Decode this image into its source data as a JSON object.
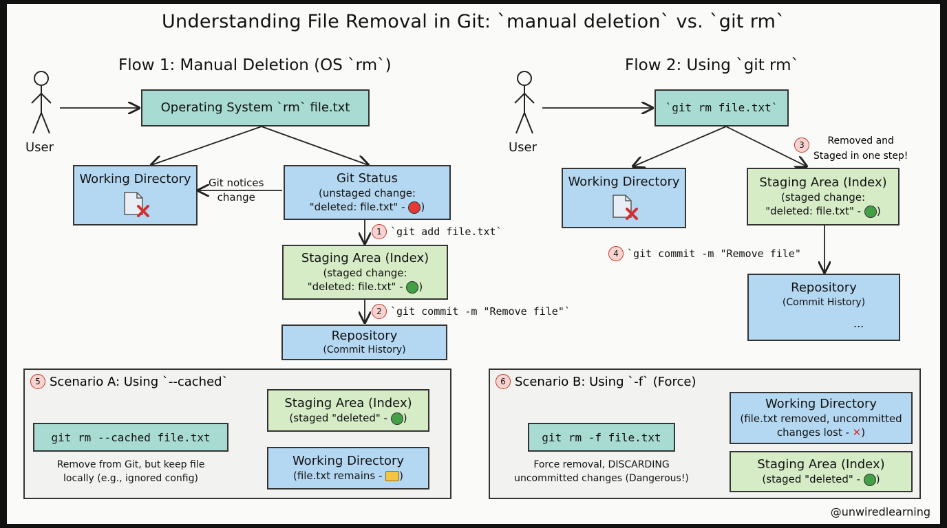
{
  "title": "Understanding File Removal in Git: `manual deletion` vs. `git rm`",
  "flow1": {
    "heading": "Flow 1: Manual Deletion (OS `rm`)",
    "user": "User",
    "command": "Operating System `rm` file.txt",
    "working_dir": "Working Directory",
    "git_status_title": "Git Status",
    "git_status_line1": "(unstaged change:",
    "git_status_line2": "\"deleted: file.txt\" -",
    "notice_line1": "Git notices",
    "notice_line2": "change",
    "step1_num": "1",
    "step1": "`git add file.txt`",
    "staging_title": "Staging Area (Index)",
    "staging_line1": "(staged change:",
    "staging_line2": "\"deleted: file.txt\" -",
    "step2_num": "2",
    "step2": "`git commit -m \"Remove file\"`",
    "repo_title": "Repository",
    "repo_sub": "(Commit History)"
  },
  "flow2": {
    "heading": "Flow 2: Using `git rm`",
    "user": "User",
    "command": "`git rm file.txt`",
    "working_dir": "Working Directory",
    "step3_num": "3",
    "step3_line1": "Removed and",
    "step3_line2": "Staged in one step!",
    "staging_title": "Staging Area (Index)",
    "staging_line1": "(staged change:",
    "staging_line2": "\"deleted: file.txt\" -",
    "step4_num": "4",
    "step4": "`git commit -m \"Remove file\"",
    "repo_title": "Repository",
    "repo_sub": "(Commit History)",
    "repo_ellipsis": "..."
  },
  "scenarioA": {
    "num": "5",
    "title": "Scenario A: Using `--cached`",
    "command": "git rm --cached file.txt",
    "desc_line1": "Remove from Git, but keep file",
    "desc_line2": "locally (e.g., ignored config)",
    "staging_title": "Staging Area (Index)",
    "staging_sub": "(staged \"deleted\" -",
    "wd_title": "Working Directory",
    "wd_sub": "(file.txt remains -"
  },
  "scenarioB": {
    "num": "6",
    "title": "Scenario B: Using `-f` (Force)",
    "command": "git rm -f file.txt",
    "desc_line1": "Force removal, DISCARDING",
    "desc_line2": "uncommitted changes (Dangerous!)",
    "wd_title": "Working Directory",
    "wd_line1": "(file.txt removed, uncommitted",
    "wd_line2": "changes lost -",
    "staging_title": "Staging Area (Index)",
    "staging_sub": "(staged \"deleted\" -"
  },
  "credit": "@unwiredlearning",
  "colors": {
    "command_box": "#a8dcd2",
    "directory_box": "#b5d8f2",
    "staging_box": "#d6ecc6",
    "status_red": "#e53935",
    "status_green": "#43a047"
  }
}
